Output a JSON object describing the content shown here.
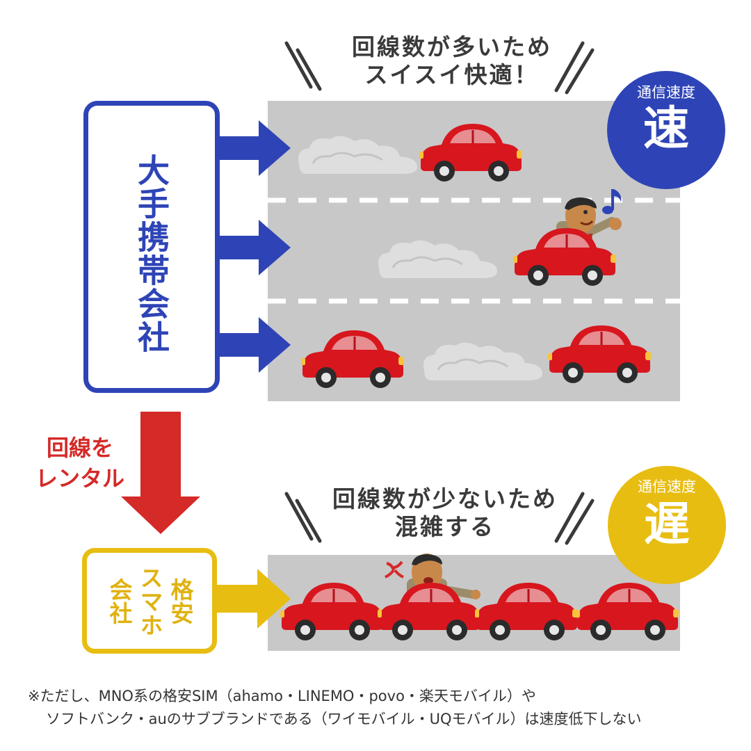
{
  "top_caption": {
    "line1": "回線数が多いため",
    "line2": "スイスイ快適！"
  },
  "bottom_caption": {
    "line1": "回線数が少ないため",
    "line2": "混雑する"
  },
  "carrier_box": {
    "label": "大手携帯会社"
  },
  "rental_label": {
    "line1": "回線を",
    "line2": "レンタル"
  },
  "mvno_box": {
    "col1": "格安",
    "col2": "スマホ",
    "col3": "会社"
  },
  "speed_badge_fast": {
    "label": "通信速度",
    "value": "速"
  },
  "speed_badge_slow": {
    "label": "通信速度",
    "value": "遅"
  },
  "footnote": {
    "line1": "※ただし、MNO系の格安SIM（ahamo・LINEMO・povo・楽天モバイル）や",
    "line2": "ソフトバンク・auのサブブランドである（ワイモバイル・UQモバイル）は速度低下しない"
  },
  "colors": {
    "blue": "#2e44b6",
    "red": "#d42a28",
    "yellow": "#e8bd12",
    "road": "#c8c8c8",
    "car": "#d7161e"
  }
}
